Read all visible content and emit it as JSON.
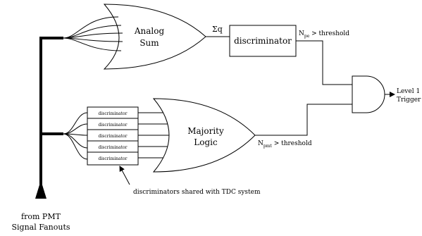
{
  "diagram": {
    "analog_sum": {
      "line1": "Analog",
      "line2": "Sum"
    },
    "sum_symbol": "Σq",
    "discriminator_box": "discriminator",
    "npe_label": {
      "main": "N",
      "sub": "pe",
      "rest": " > threshold"
    },
    "level1_trigger": {
      "line1": "Level 1",
      "line2": "Trigger"
    },
    "small_discriminators": [
      "discriminator",
      "discriminator",
      "discriminator",
      "discriminator",
      "discriminator"
    ],
    "majority_logic": {
      "line1": "Majority",
      "line2": "Logic"
    },
    "npmt_label": {
      "main": "N",
      "sub": "pmt",
      "rest": " > threshold"
    },
    "shared_note": "discriminators shared with TDC system",
    "source": {
      "line1": "from PMT",
      "line2": "Signal Fanouts"
    }
  }
}
